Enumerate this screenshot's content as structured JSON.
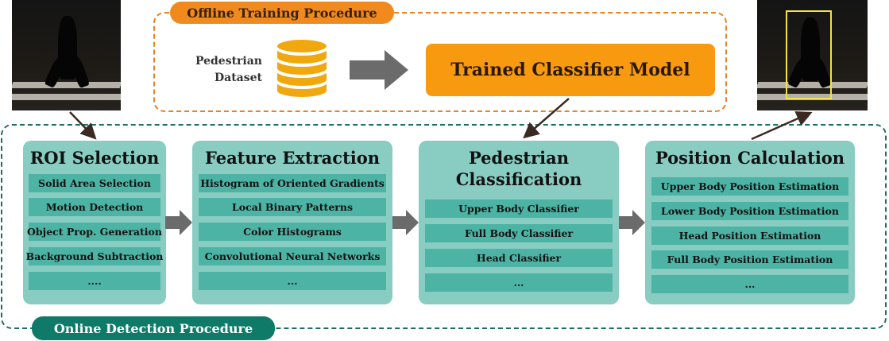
{
  "offline": {
    "label": "Offline Training Procedure",
    "dataset_label_line1": "Pedestrian",
    "dataset_label_line2": "Dataset",
    "model_label": "Trained Classifier Model"
  },
  "online": {
    "label": "Online Detection Procedure"
  },
  "stages": [
    {
      "title_lines": [
        "ROI Selection"
      ],
      "items": [
        "Solid Area Selection",
        "Motion Detection",
        "Object Prop. Generation",
        "Background Subtraction",
        "...."
      ]
    },
    {
      "title_lines": [
        "Feature Extraction"
      ],
      "items": [
        "Histogram of Oriented Gradients",
        "Local Binary Patterns",
        "Color Histograms",
        "Convolutional Neural Networks",
        "..."
      ]
    },
    {
      "title_lines": [
        "Pedestrian",
        "Classification"
      ],
      "items": [
        "Upper Body Classifier",
        "Full Body Classifier",
        "Head Classifier",
        "..."
      ]
    },
    {
      "title_lines": [
        "Position Calculation"
      ],
      "items": [
        "Upper Body Position Estimation",
        "Lower Body Position Estimation",
        "Head Position Estimation",
        "Full Body Position Estimation",
        "..."
      ]
    }
  ],
  "colors": {
    "offline_accent": "#f08a1e",
    "model_fill": "#f79a10",
    "online_accent": "#0f7a68",
    "stage_fill": "#88ccc2",
    "item_fill": "#4db3a4",
    "arrow_gray": "#6b6b6b",
    "detection_box": "#f2e14a"
  },
  "icons": {
    "dataset": "database-icon",
    "flow_arrow": "block-arrow-right-icon"
  }
}
